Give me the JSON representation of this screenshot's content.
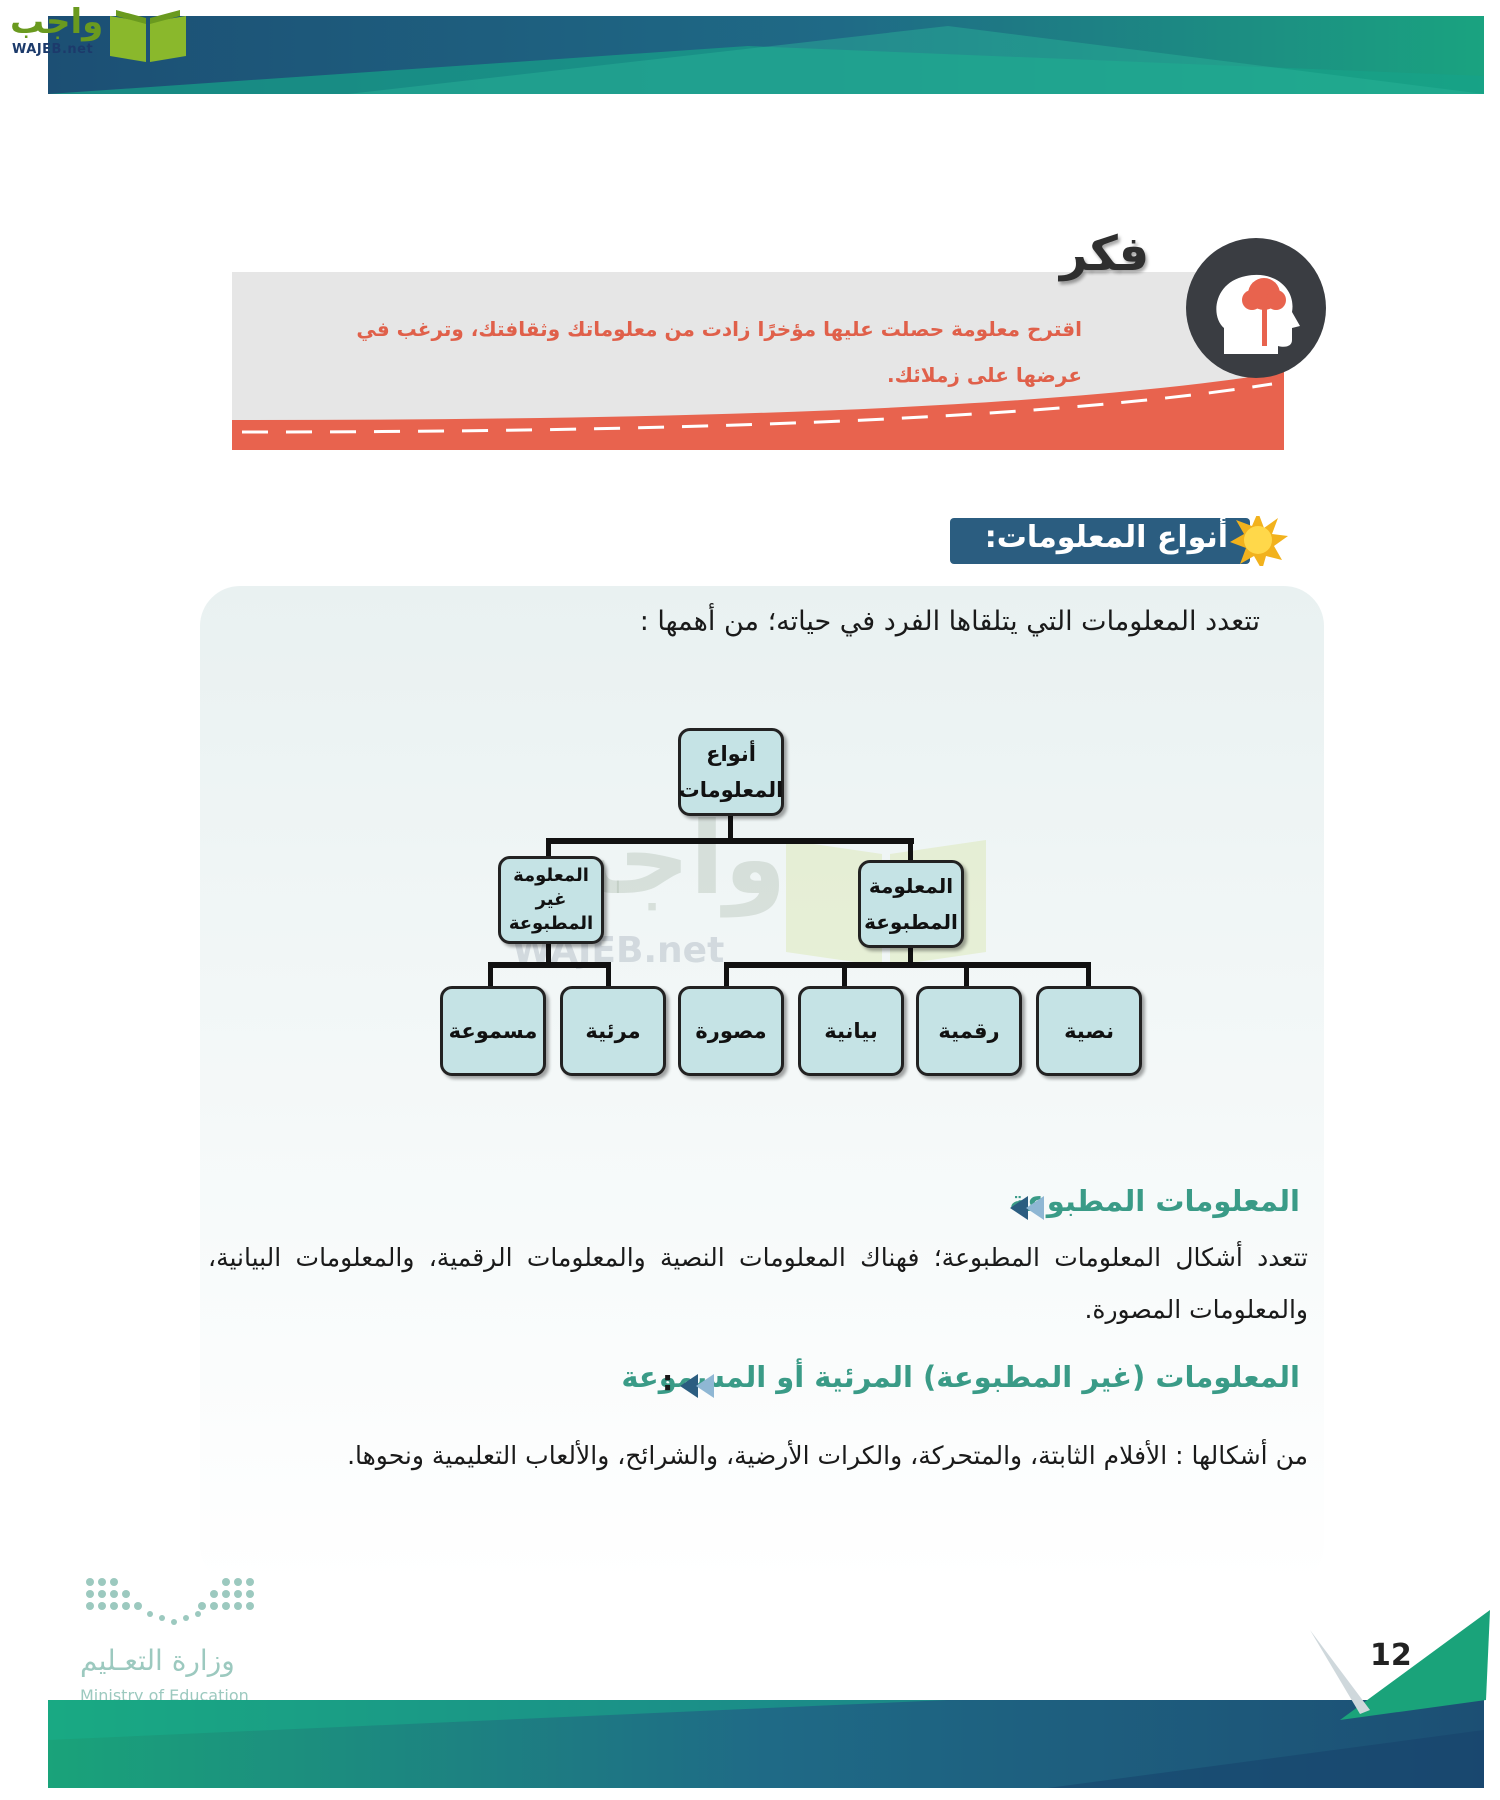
{
  "logo": {
    "ar": "واجب",
    "en": "WAJEB.net"
  },
  "think": {
    "title": "فكر",
    "text_line1": "اقترح معلومة حصلت عليها مؤخرًا زادت من معلوماتك وثقافتك، وترغب في",
    "text_line2": "عرضها على زملائك."
  },
  "section": {
    "title": "أنواع المعلومات:"
  },
  "intro": "تتعدد المعلومات التي يتلقاها الفرد في حياته؛ من أهمها :",
  "tree": {
    "root_line1": "أنواع",
    "root_line2": "المعلومات",
    "printed_line1": "المعلومة",
    "printed_line2": "المطبوعة",
    "nonprinted_line1": "المعلومة",
    "nonprinted_line2": "غير",
    "nonprinted_line3": "المطبوعة",
    "leaves": [
      "نصية",
      "رقمية",
      "بيانية",
      "مصورة",
      "مرئية",
      "مسموعة"
    ]
  },
  "watermark": {
    "ar": "واجب",
    "en": "WAJEB.net"
  },
  "printed_section": {
    "heading": "المعلومات المطبوعة",
    "body": "تتعدد أشكال المعلومات المطبوعة؛ فهناك المعلومات النصية والمعلومات الرقمية، والمعلومات البيانية، والمعلومات المصورة."
  },
  "nonprinted_section": {
    "heading": "المعلومات (غير المطبوعة) المرئية أو المسموعة",
    "colon": ":",
    "body": "من أشكالها : الأفلام الثابتة، والمتحركة، والكرات الأرضية، والشرائح، والألعاب التعليمية ونحوها."
  },
  "ministry": {
    "ar": "وزارة التعـليم",
    "en": "Ministry of Education"
  },
  "page_number": "12",
  "colors": {
    "band_blue": "#1f4f7a",
    "band_green": "#1aa37a",
    "think_orange": "#e8634e",
    "node_fill": "#c5e3e5",
    "heading_green": "#3a9b87",
    "section_header_blue": "#2b5d80"
  }
}
